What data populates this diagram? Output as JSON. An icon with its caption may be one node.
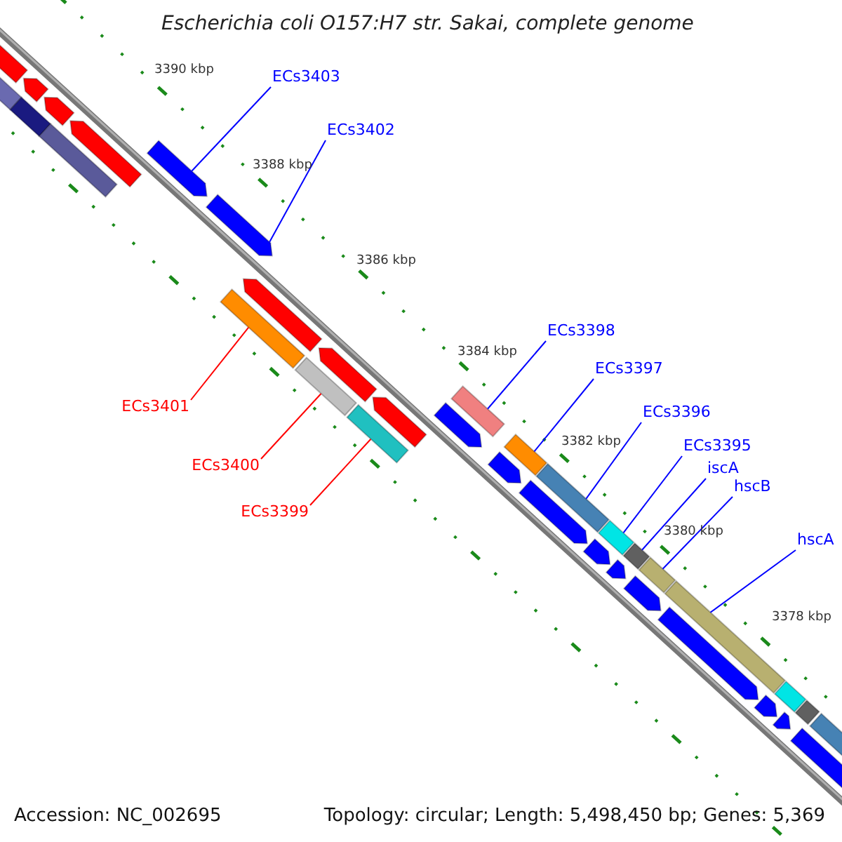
{
  "diagram": {
    "title": "Escherichia coli O157:H7 str. Sakai, complete genome",
    "nodes": [
      {
        "text": [
          "ECs3403"
        ]
      },
      {
        "text": [
          "ECs3402"
        ]
      },
      {
        "text": [
          "ECs3398"
        ]
      },
      {
        "text": [
          "ECs3397"
        ]
      },
      {
        "text": [
          "ECs3401"
        ]
      },
      {
        "text": [
          "ECs3396"
        ]
      },
      {
        "text": [
          "ECs3395"
        ]
      },
      {
        "text": [
          "ECs3400"
        ]
      },
      {
        "text": [
          "iscA"
        ]
      },
      {
        "text": [
          "hscB"
        ]
      },
      {
        "text": [
          "ECs3399"
        ]
      },
      {
        "text": [
          "hscA"
        ]
      }
    ],
    "edges": [
      {
        "from": 0,
        "to": null,
        "arrow": "none"
      },
      {
        "from": 1,
        "to": null,
        "arrow": "none"
      },
      {
        "from": 2,
        "to": null,
        "arrow": "none"
      },
      {
        "from": 3,
        "to": null,
        "arrow": "none"
      },
      {
        "from": 4,
        "to": null,
        "arrow": "none",
        "color": "#ff0000"
      },
      {
        "from": 5,
        "to": null,
        "arrow": "none"
      },
      {
        "from": 6,
        "to": null,
        "arrow": "none"
      },
      {
        "from": 7,
        "to": null,
        "arrow": "none",
        "color": "#ff0000"
      },
      {
        "from": 8,
        "to": null,
        "arrow": "none"
      },
      {
        "from": 9,
        "to": null,
        "arrow": "none"
      },
      {
        "from": 10,
        "to": null,
        "arrow": "none",
        "color": "#ff0000"
      },
      {
        "from": 11,
        "to": null,
        "arrow": "none"
      }
    ],
    "labels": [
      "3390 kbp",
      "3388 kbp",
      "3386 kbp",
      "3384 kbp",
      "3382 kbp",
      "3380 kbp",
      "3378 kbp",
      "Accession: NC_002695",
      "Topology: circular; Length: 5,498,450 bp; Genes: 5,369"
    ]
  }
}
